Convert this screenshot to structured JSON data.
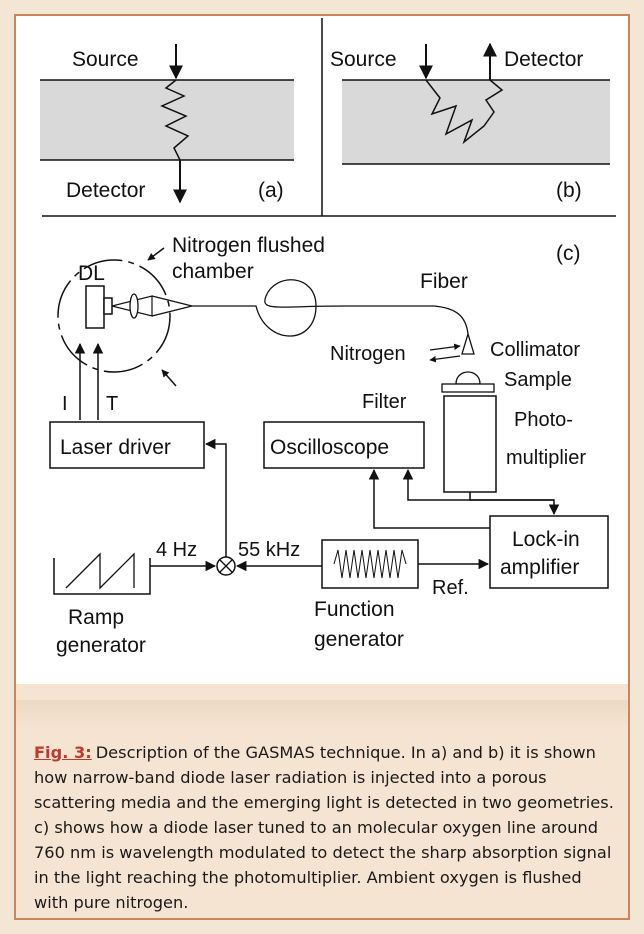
{
  "panel_a": {
    "source": "Source",
    "detector": "Detector",
    "tag": "(a)"
  },
  "panel_b": {
    "source": "Source",
    "detector": "Detector",
    "tag": "(b)"
  },
  "panel_c": {
    "tag": "(c)",
    "chamber_line1": "Nitrogen flushed",
    "chamber_line2": "chamber",
    "dl": "DL",
    "fiber": "Fiber",
    "nitrogen": "Nitrogen",
    "collimator": "Collimator",
    "sample": "Sample",
    "filter": "Filter",
    "photo_line1": "Photo-",
    "photo_line2": "multiplier",
    "i": "I",
    "t": "T",
    "laser_driver": "Laser driver",
    "oscilloscope": "Oscilloscope",
    "lockin_line1": "Lock-in",
    "lockin_line2": "amplifier",
    "hz4": "4 Hz",
    "khz55": "55 kHz",
    "ref": "Ref.",
    "ramp_line1": "Ramp",
    "ramp_line2": "generator",
    "func_line1": "Function",
    "func_line2": "generator"
  },
  "caption": {
    "label": "Fig. 3:",
    "text": "Description of the GASMAS technique. In a) and b) it is shown how narrow-band diode laser radiation is injected into a porous scattering media and the emerging light is detected in two geometries. c) shows how a diode laser tuned to an molecular oxygen line around 760 nm is wavelength modulated to detect the sharp absorption signal in the light reaching the photomultiplier. Ambient oxygen is flushed with pure nitrogen."
  },
  "colors": {
    "frame": "#c8865a",
    "caption_bg": "#f5e4d2",
    "fig_label": "#c0392b",
    "media": "#d9d9d9"
  }
}
